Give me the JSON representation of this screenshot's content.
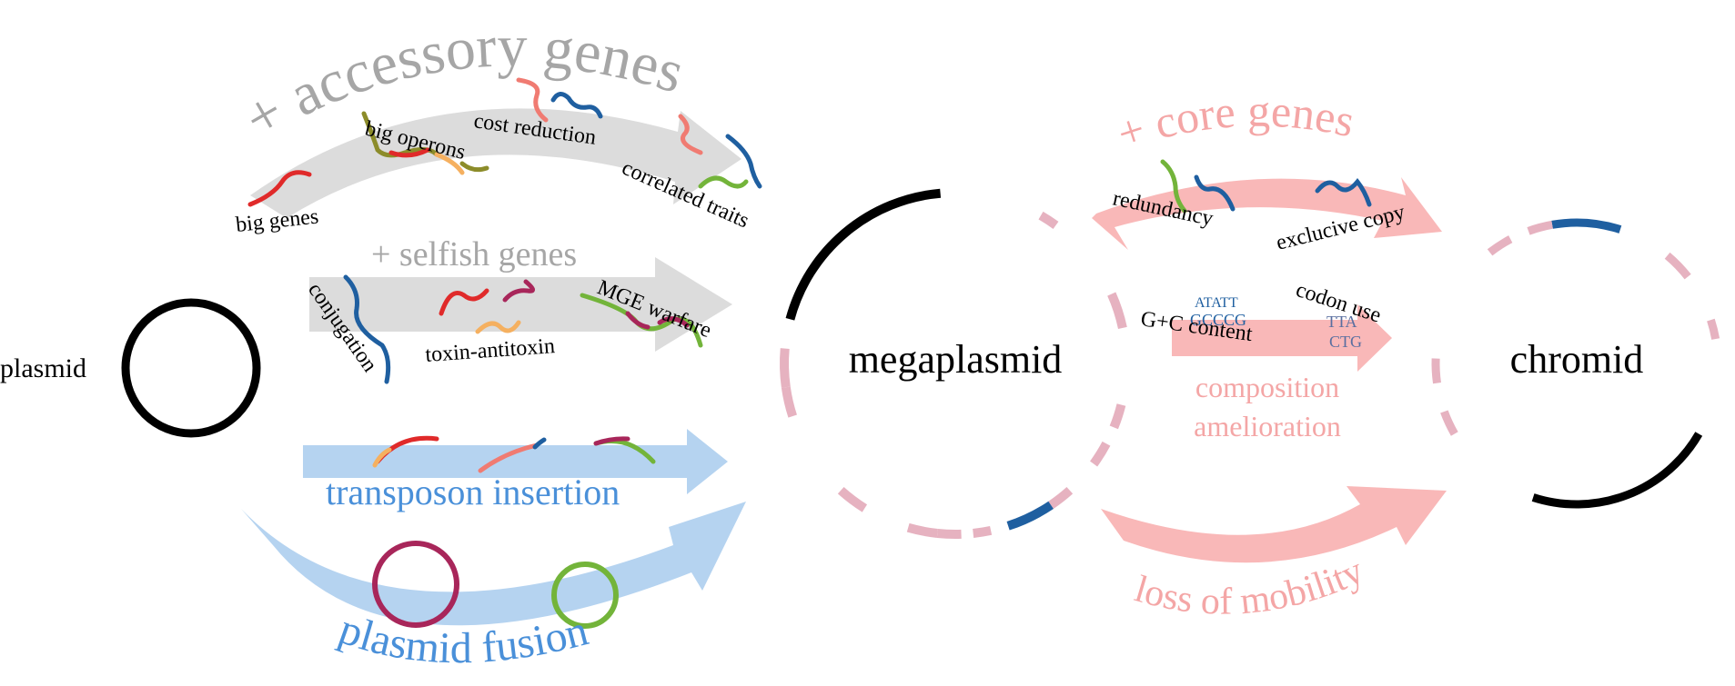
{
  "labels": {
    "plasmid": "plasmid",
    "megaplasmid": "megaplasmid",
    "chromid": "chromid",
    "accessory_genes": "+ accessory genes",
    "big_genes": "big genes",
    "big_operons": "big operons",
    "cost_reduction": "cost reduction",
    "correlated_traits": "correlated traits",
    "selfish_genes": "+ selfish genes",
    "conjugation": "conjugation",
    "toxin_antitoxin": "toxin-antitoxin",
    "mge_warfare": "MGE warfare",
    "transposon_insertion": "transposon insertion",
    "plasmid_fusion": "plasmid fusion",
    "core_genes": "+ core genes",
    "redundancy": "redundancy",
    "exclusive_copy": "exclucive copy",
    "codon_use": "codon use",
    "gc_content": "G+C content",
    "seq_atatt": "ATATT",
    "seq_gcccg": "GCCCG",
    "seq_tta": "TTA",
    "seq_ctg": "CTG",
    "composition": "composition",
    "amelioration": "amelioration",
    "loss_of_mobility": "loss of mobility"
  },
  "colors": {
    "grey_text": "#a6a6a6",
    "grey_arrow": "#dcdcdc",
    "blue_text": "#4a90d9",
    "blue_arrow": "#b5d3f0",
    "pink_text": "#f4a6a6",
    "pink_arrow": "#f9b8b8",
    "red_gene": "#e02a2a",
    "salmon_gene": "#f07b72",
    "blue_gene": "#1f5fa0",
    "olive_gene": "#8c8c2a",
    "orange_gene": "#f5b060",
    "magenta_gene": "#a8265a",
    "green_gene": "#73b43a",
    "light_pink": "#e6b2c0",
    "black": "#000000"
  }
}
